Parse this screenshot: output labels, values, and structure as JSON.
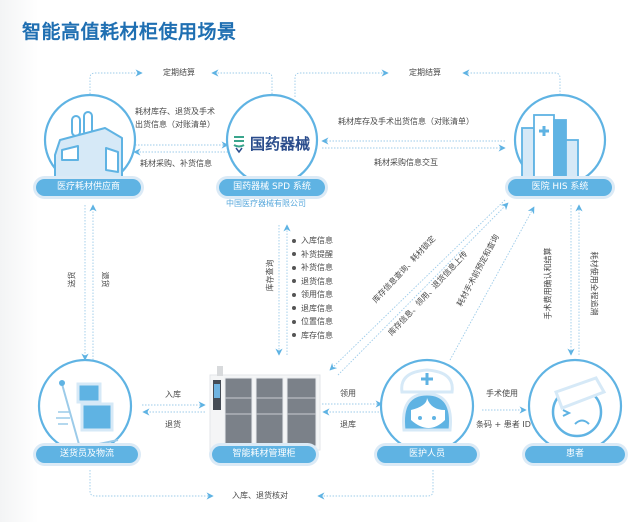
{
  "title": "智能高值耗材柜使用场景",
  "colors": {
    "accent": "#5fb3e3",
    "title": "#1f6fb2",
    "pill": "#5fb3e3",
    "line": "#9ccbe9"
  },
  "nodes": {
    "supplier": {
      "label": "医疗耗材供应商",
      "icon": "factory-icon"
    },
    "spd": {
      "label": "国药器械 SPD 系统",
      "logo_text": "国药器械",
      "company": "中国医疗器械有限公司",
      "icon": "sinopharm-logo"
    },
    "his": {
      "label": "医院 HIS 系统",
      "icon": "hospital-icon"
    },
    "logistics": {
      "label": "送货员及物流",
      "icon": "hand-truck-icon"
    },
    "cabinet": {
      "label": "智能耗材管理柜",
      "icon": "cabinet-image"
    },
    "nurse": {
      "label": "医护人员",
      "icon": "nurse-icon"
    },
    "patient": {
      "label": "患者",
      "icon": "patient-icon"
    }
  },
  "edges": {
    "supplier_spd_settle": "定期结算",
    "spd_his_settle": "定期结算",
    "supplier_spd_top": [
      "耗材库存、退货及手术",
      "出货信息（对账清单）"
    ],
    "supplier_spd_bottom": "耗材采购、补货信息",
    "spd_his_top": "耗材库存及手术出货信息（对账清单）",
    "spd_his_bottom": "耗材采购信息交互",
    "supplier_logistics_left": "送货",
    "supplier_logistics_right": "退货",
    "spd_cabinet": "库存查询",
    "cabinet_info": [
      "入库信息",
      "补货提醒",
      "补货信息",
      "退货信息",
      "领用信息",
      "退库信息",
      "位置信息",
      "库存信息"
    ],
    "cabinet_his_upper": "库存信息查询、耗材锁定",
    "cabinet_his_lower": "库存信息、领用、退货信息上传",
    "nurse_his": "耗材手术前预定和查询",
    "his_patient_left": "手术费用确认和结算",
    "his_patient_right": "耗材使用全程追溯",
    "logistics_cabinet_in": "入库",
    "logistics_cabinet_out": "退货",
    "cabinet_nurse_in": "领用",
    "cabinet_nurse_out": "退库",
    "nurse_patient_top": "手术使用",
    "nurse_patient_bottom": "条码 + 患者 ID",
    "logistics_nurse_check": "入库、退货核对"
  }
}
